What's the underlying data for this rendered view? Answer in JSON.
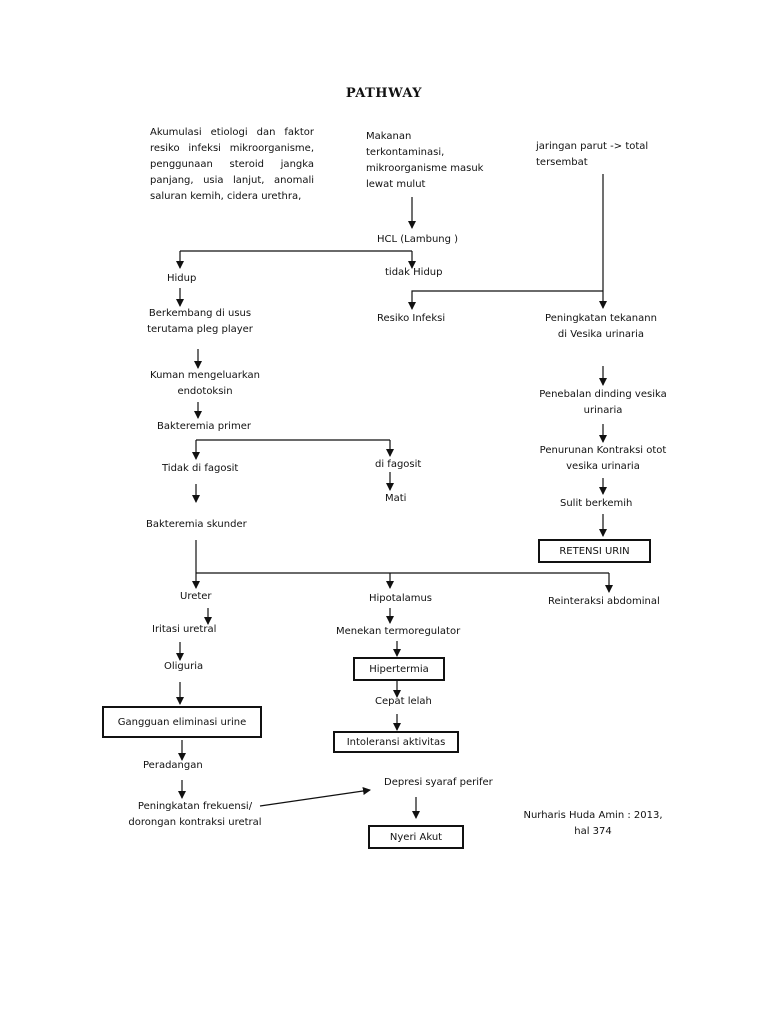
{
  "title": "PATHWAY",
  "nodes": {
    "akumulasi": [
      "Akumulasi etiologi dan faktor",
      "resiko infeksi mikroorganisme,",
      "penggunaan steroid jangka",
      "panjang, usia lanjut, anomali",
      "saluran kemih, cidera urethra,"
    ],
    "makanan": [
      "Makanan",
      "terkontaminasi,",
      "mikroorganisme masuk",
      "lewat mulut"
    ],
    "jaringan_parut": [
      "jaringan parut  -> total",
      "tersembat"
    ],
    "hcl": "HCL (Lambung )",
    "hidup": "Hidup",
    "tidak_hidup": "tidak Hidup",
    "berkembang": [
      "Berkembang di usus",
      "terutama pleg player"
    ],
    "resiko_infeksi": "Resiko Infeksi",
    "peningkatan_tekanan": [
      "Peningkatan tekanann",
      "di Vesika urinaria"
    ],
    "kuman": [
      "Kuman mengeluarkan",
      "endotoksin"
    ],
    "penebalan": [
      "Penebalan dinding vesika",
      "urinaria"
    ],
    "bakteremia_primer": "Bakteremia primer",
    "penurunan_kontraksi": [
      "Penurunan Kontraksi otot",
      "vesika urinaria"
    ],
    "tidak_di_fagosit": "Tidak di fagosit",
    "di_fagosit": "di fagosit",
    "mati": "Mati",
    "sulit_berkemih": "Sulit berkemih",
    "bakteremia_skunder": "Bakteremia skunder",
    "retensi_urin": "RETENSI URIN",
    "ureter": "Ureter",
    "hipotalamus": "Hipotalamus",
    "reinteraksi": "Reinteraksi abdominal",
    "iritasi": "Iritasi uretral",
    "menekan": "Menekan termoregulator",
    "oliguria": "Oliguria",
    "hipertermia": "Hipertermia",
    "cepat_lelah": "Cepat lelah",
    "gangguan": "Gangguan eliminasi urine",
    "intoleransi": "Intoleransi aktivitas",
    "peradangan": "Peradangan",
    "depresi": "Depresi syaraf perifer",
    "peningkatan_frekuensi": [
      "Peningkatan frekuensi/",
      "dorongan kontraksi uretral"
    ],
    "nyeri_akut": "Nyeri Akut",
    "reference": [
      "Nurharis Huda Amin : 2013,",
      "hal 374"
    ]
  }
}
